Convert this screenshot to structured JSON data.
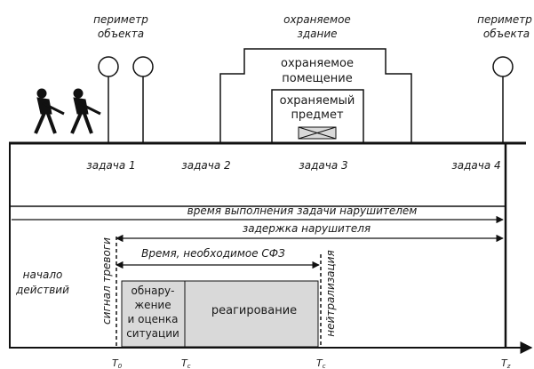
{
  "labels": {
    "perimeter_left_1": "периметр",
    "perimeter_left_2": "объекта",
    "building_1": "охраняемое",
    "building_2": "здание",
    "perimeter_right_1": "периметр",
    "perimeter_right_2": "объекта",
    "room_1": "охраняемое",
    "room_2": "помещение",
    "item_1": "охраняемый",
    "item_2": "предмет"
  },
  "tasks": [
    "задача 1",
    "задача 2",
    "задача 3",
    "задача 4"
  ],
  "arrows": {
    "total_time": "время выполнения задачи нарушителем",
    "delay": "задержка нарушителя",
    "required": "Время, необходимое СФЗ"
  },
  "start": {
    "line1": "начало",
    "line2": "действий"
  },
  "vertical": {
    "alarm": "сигнал тревоги",
    "neutralization": "нейтрализация"
  },
  "boxes": {
    "detect_1": "обнару-",
    "detect_2": "жение",
    "detect_3": "и оценка",
    "detect_4": "ситуации",
    "response": "реагирование"
  },
  "ticks": [
    {
      "main": "T",
      "sub": "0"
    },
    {
      "main": "T",
      "sub": "c"
    },
    {
      "main": "T",
      "sub": "c"
    },
    {
      "main": "T",
      "sub": "z"
    }
  ],
  "colors": {
    "box_fill": "#d9d9d9",
    "line": "#111111"
  }
}
